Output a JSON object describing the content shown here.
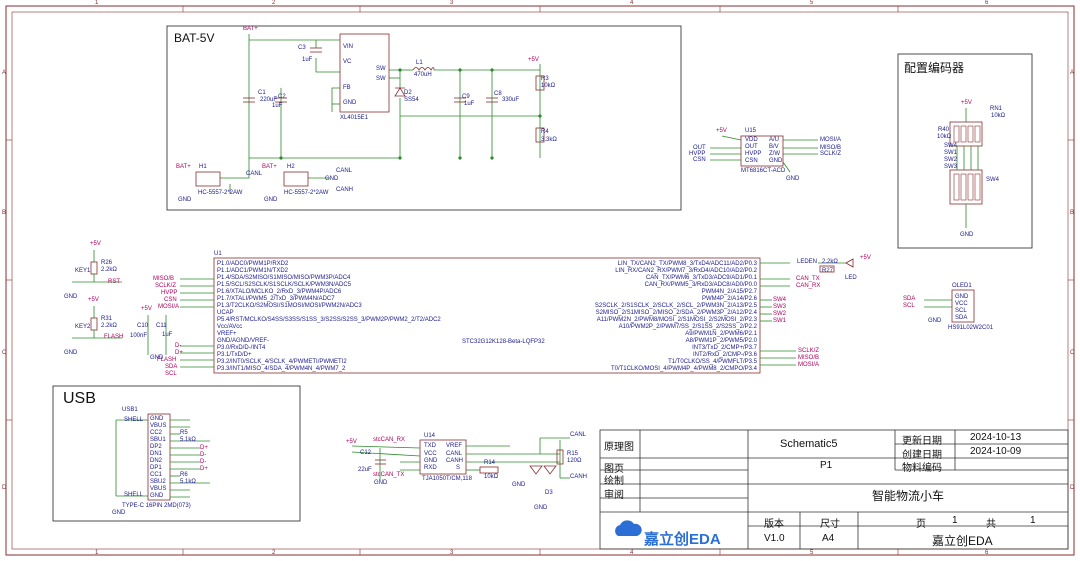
{
  "sections": {
    "bat": "BAT-5V",
    "usb": "USB",
    "encoder": "配置编码器"
  },
  "power": {
    "bat_plus": "BAT+",
    "plus5v": "+5V",
    "gnd": "GND",
    "c3": "C3",
    "c3_val": "1uF",
    "c1": "C1",
    "c1_val": "220uF",
    "c2": "C2",
    "c2_val": "1uF",
    "ic": "XL4015E1",
    "pin_vin": "VIN",
    "pin_vc": "VC",
    "pin_sw1": "SW",
    "pin_sw2": "SW",
    "pin_fb": "FB",
    "pin_gnd": "GND",
    "l1": "L1",
    "l1_val": "470uH",
    "d2": "D2",
    "d2_val": "SS54",
    "c9": "C9",
    "c9_val": "1uF",
    "c8": "C8",
    "c8_val": "330uF",
    "r3": "R3",
    "r3_val": "10kΩ",
    "r4": "R4",
    "r4_val": "3.3kΩ",
    "h1": "H1",
    "h1_part": "HC-5557-2*2AW",
    "h2": "H2",
    "h2_part": "HC-5557-2*2AW",
    "canl": "CANL",
    "canh": "CANH"
  },
  "ldc": {
    "ref": "U15",
    "part": "MT6816CT-ACD",
    "pins_left": [
      "VDD",
      "OUT",
      "HVPP",
      "CSN"
    ],
    "pins_right": [
      "A/U",
      "B/V",
      "Z/W",
      "GND"
    ],
    "nets_left": [
      "OUT",
      "HVPP",
      "CSN"
    ],
    "nets_right": [
      "MOSI/A",
      "MISO/B",
      "SCLK/Z"
    ]
  },
  "encoder": {
    "rn1": "RN1",
    "rn1_val": "10kΩ",
    "r40": "R40",
    "r40_val": "10kΩ",
    "sw4": "SW4",
    "sw_labels": [
      "SW1",
      "SW2",
      "SW3",
      "SW4"
    ]
  },
  "mcu": {
    "ref": "U1",
    "part": "STC32G12K128-Beta-LQFP32",
    "left_pins": [
      "P1.0/ADC0/PWM1P/RXD2",
      "P1.1/ADC1/PWM1N/TXD2",
      "P1.4/SDA/S2MISO/S1MISO/MISO/PWM3P/ADC4",
      "P1.5/SCL/S2SCLK/S1SCLK/SCLK/PWM3N/ADC5",
      "P1.6/XTALO/MCLKO_2/RxD_3/PWM4P/ADC6",
      "P1.7/XTALI/PWM5_2/TxD_3/PWM4N/ADC7",
      "P1.3/T2CLKO/S2MOSI/S1MOSI/MOSI/PWM2N/ADC3",
      "UCAP",
      "P5.4/RST/MCLKO/S4SS/S3SS/S1SS_3/S2SS/S2SS_3/PWM2P/PWM2_2/T2/ADC2",
      "Vcc/AVcc",
      "VREF+",
      "GND/AGND/VREF-",
      "P3.0/RxD/D-/INT4",
      "P3.1/TxD/D+",
      "P3.2/INT0/SCLK_4/SCLK_4/PWMETI/PWMETI2",
      "P3.3/INT1/MISO_4/SDA_4/PWM4N_4/PWM7_2"
    ],
    "right_pins": [
      "LIN_TX/CAN2_TX/PWM8_3/TxD4/ADC11/AD2/P0.3",
      "LIN_RX/CAN2_RX/PWM7_3/RxD4/ADC10/AD2/P0.2",
      "CAN_TX/PWM6_3/TxD3/ADC9/AD1/P0.1",
      "CAN_RX/PWM5_3/RxD3/ADC8/AD0/P0.0",
      "PWM4N_2/A15/P2.7",
      "PWM4P_2/A14/P2.6",
      "S2SCLK_2/S1SCLK_2/SCLK_2/SCL_2/PWM3N_2/A13/P2.5",
      "S2MISO_2/S1MISO_2/MISO_2/SDA_2/PWM3P_2/A12/P2.4",
      "A11/PWM2N_2/PWM8/MOSI_2/S1MOSI_2/S2MOSI_2/P2.3",
      "A10/PWM2P_2/PWM7/SS_2/S1SS_2/S2SS_2/P2.2",
      "A9/PWM1N_2/PWM6/P2.1",
      "A8/PWM1P_2/PWM5/P2.0",
      "INT3/TxD_2/CMP+/P3.7",
      "INT2/RxD_2/CMP-/P3.6",
      "T1/T0CLKO/SS_4/PWMFLT/P3.5",
      "T0/T1CLKO/MOSI_4/PWM4P_4/PWM8_2/CMPO/P3.4"
    ],
    "nets_left": [
      "MISO/B",
      "SCLK/Z",
      "HVPP",
      "CSN",
      "MOSI/A",
      "D-",
      "D+",
      "FLASH",
      "SDA",
      "SCL"
    ],
    "nets_right": [
      "CAN_TX",
      "CAN_RX",
      "SW4",
      "SW3",
      "SW2",
      "SW1",
      "SCLK/Z",
      "MISO/B",
      "MOSI/A"
    ],
    "led": {
      "net": "LEDEN",
      "res": "2.2kΩ",
      "ref": "R27",
      "name": "LED"
    }
  },
  "keys": {
    "key1": "KEY1",
    "r26": "R26",
    "r26_val": "2.2kΩ",
    "rst": "RST",
    "key2": "KEY2",
    "r31": "R31",
    "r31_val": "2.2kΩ",
    "flash": "FLASH",
    "c10": "C10",
    "c10_val": "100nF",
    "c11": "C11",
    "c11_val": "1uF"
  },
  "oled": {
    "ref": "OLED1",
    "part": "HS91L02W2C01",
    "pins": [
      "GND",
      "VCC",
      "SCL",
      "SDA"
    ],
    "sda": "SDA",
    "scl": "SCL"
  },
  "usb": {
    "ref": "USB1",
    "part": "TYPE-C 16PIN 2MD(073)",
    "pins_left": [
      "SHELL",
      "SHELL"
    ],
    "pins_right": [
      "GND",
      "VBUS",
      "CC2",
      "SBU1",
      "DP2",
      "DN1",
      "DN2",
      "DP1",
      "CC1",
      "SBU2",
      "VBUS",
      "GND"
    ],
    "r5": "R5",
    "r5_val": "5.1kΩ",
    "r6": "R6",
    "r6_val": "5.1kΩ"
  },
  "can": {
    "ref": "U14",
    "part": "TJA1050T/CM,118",
    "pins_left": [
      "TXD",
      "VCC",
      "GND",
      "RXD"
    ],
    "pins_right": [
      "VREF",
      "CANL",
      "CANH",
      "S"
    ],
    "r14": "R14",
    "r14_val": "10kΩ",
    "r15": "R15",
    "r15_val": "120Ω",
    "c12": "C12",
    "c12_val": "22uF",
    "d3": "D3",
    "net_rx": "stcCAN_RX",
    "net_tx": "stcCAN_TX"
  },
  "title_block": {
    "schematic_label": "原理图",
    "schematic_name": "Schematic5",
    "page_label": "图页",
    "page_name": "P1",
    "drawn_label": "绘制",
    "review_label": "审阅",
    "updated_label": "更新日期",
    "updated": "2024-10-13",
    "created_label": "创建日期",
    "created": "2024-10-09",
    "material_label": "物料编码",
    "project": "智能物流小车",
    "version_label": "版本",
    "version": "V1.0",
    "size_label": "尺寸",
    "size": "A4",
    "page_of_label": "页",
    "page_num": "1",
    "total_label": "共",
    "total": "1",
    "company": "嘉立创EDA",
    "logo": "嘉立创EDA"
  },
  "frame": {
    "cols": [
      "1",
      "2",
      "3",
      "4",
      "5",
      "6"
    ],
    "rows": [
      "A",
      "B",
      "C",
      "D"
    ]
  }
}
